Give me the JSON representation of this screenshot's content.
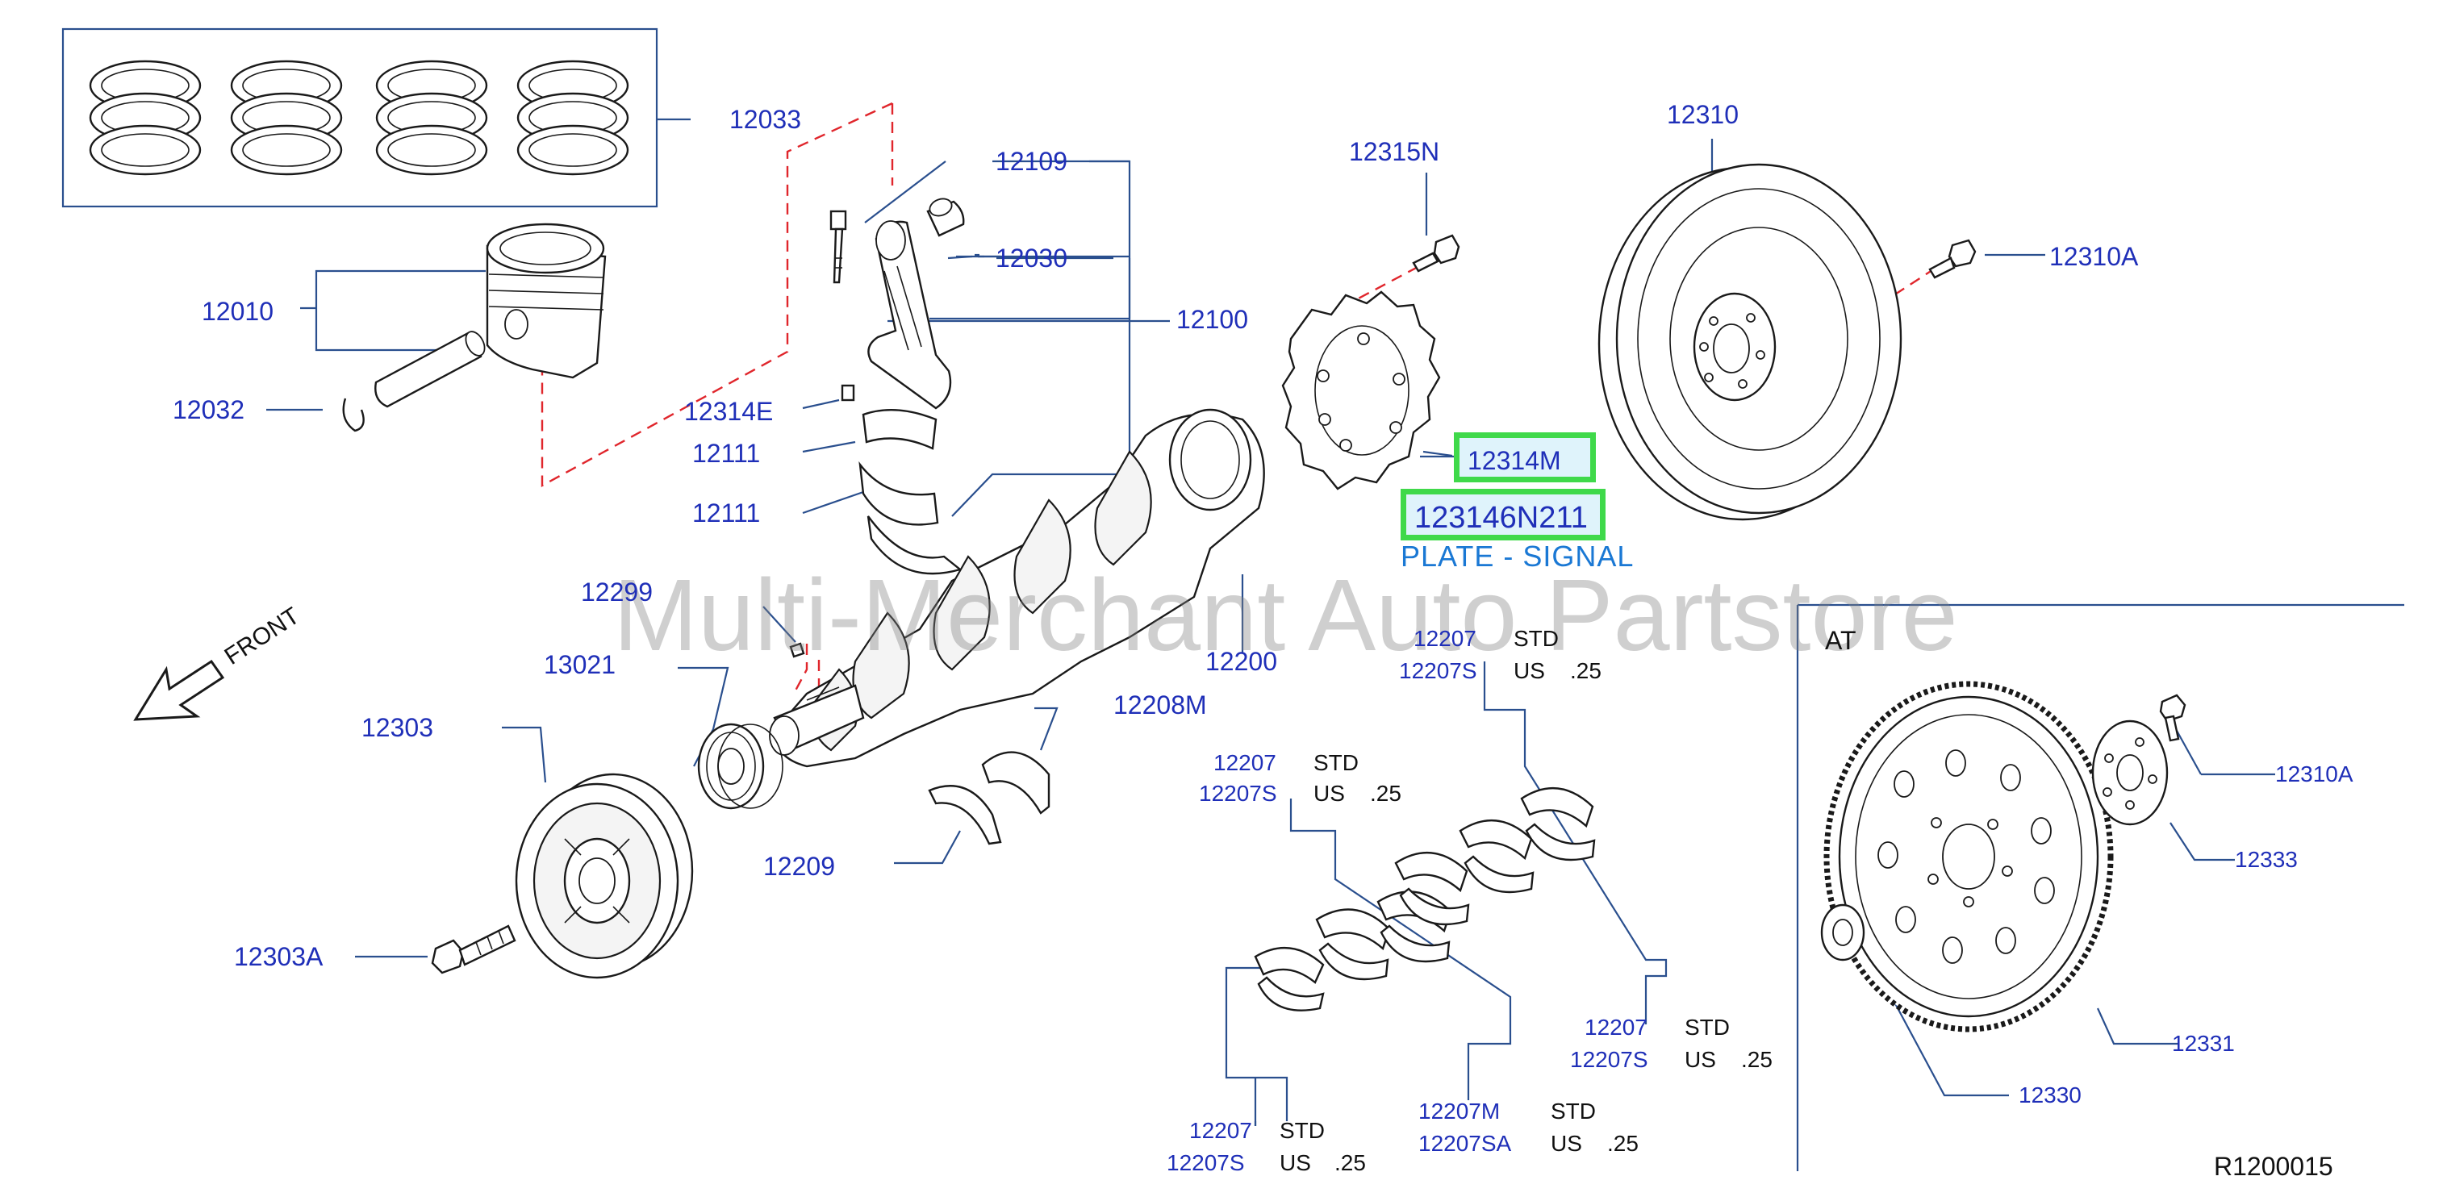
{
  "watermark": "Multi-Merchant Auto Partstore",
  "diagram_code": "R1200015",
  "front_label": "FRONT",
  "at_label": "AT",
  "highlight": {
    "part": "12314M",
    "number": "123146N211",
    "description": "PLATE - SIGNAL",
    "border_color": "#3fd94a"
  },
  "parts": {
    "p12033": "12033",
    "p12109": "12109",
    "p12030": "12030",
    "p12100": "12100",
    "p12010": "12010",
    "p12032": "12032",
    "p12314E": "12314E",
    "p12111a": "12111",
    "p12111b": "12111",
    "p12315N": "12315N",
    "p12310": "12310",
    "p12310A": "12310A",
    "p12299": "12299",
    "p13021": "13021",
    "p12200": "12200",
    "p12208M": "12208M",
    "p12303": "12303",
    "p12209": "12209",
    "p12303A": "12303A",
    "p12310A_at": "12310A",
    "p12333": "12333",
    "p12331": "12331",
    "p12330": "12330"
  },
  "bearing_groups": [
    {
      "a": "12207",
      "b": "12207S",
      "std": "STD",
      "us": "US",
      "size": ".25"
    },
    {
      "a": "12207",
      "b": "12207S",
      "std": "STD",
      "us": "US",
      "size": ".25"
    },
    {
      "a": "12207",
      "b": "12207S",
      "std": "STD",
      "us": "US",
      "size": ".25"
    },
    {
      "a": "12207",
      "b": "12207S",
      "std": "STD",
      "us": "US",
      "size": ".25"
    },
    {
      "a": "12207M",
      "b": "12207SA",
      "std": "STD",
      "us": "US",
      "size": ".25"
    }
  ]
}
